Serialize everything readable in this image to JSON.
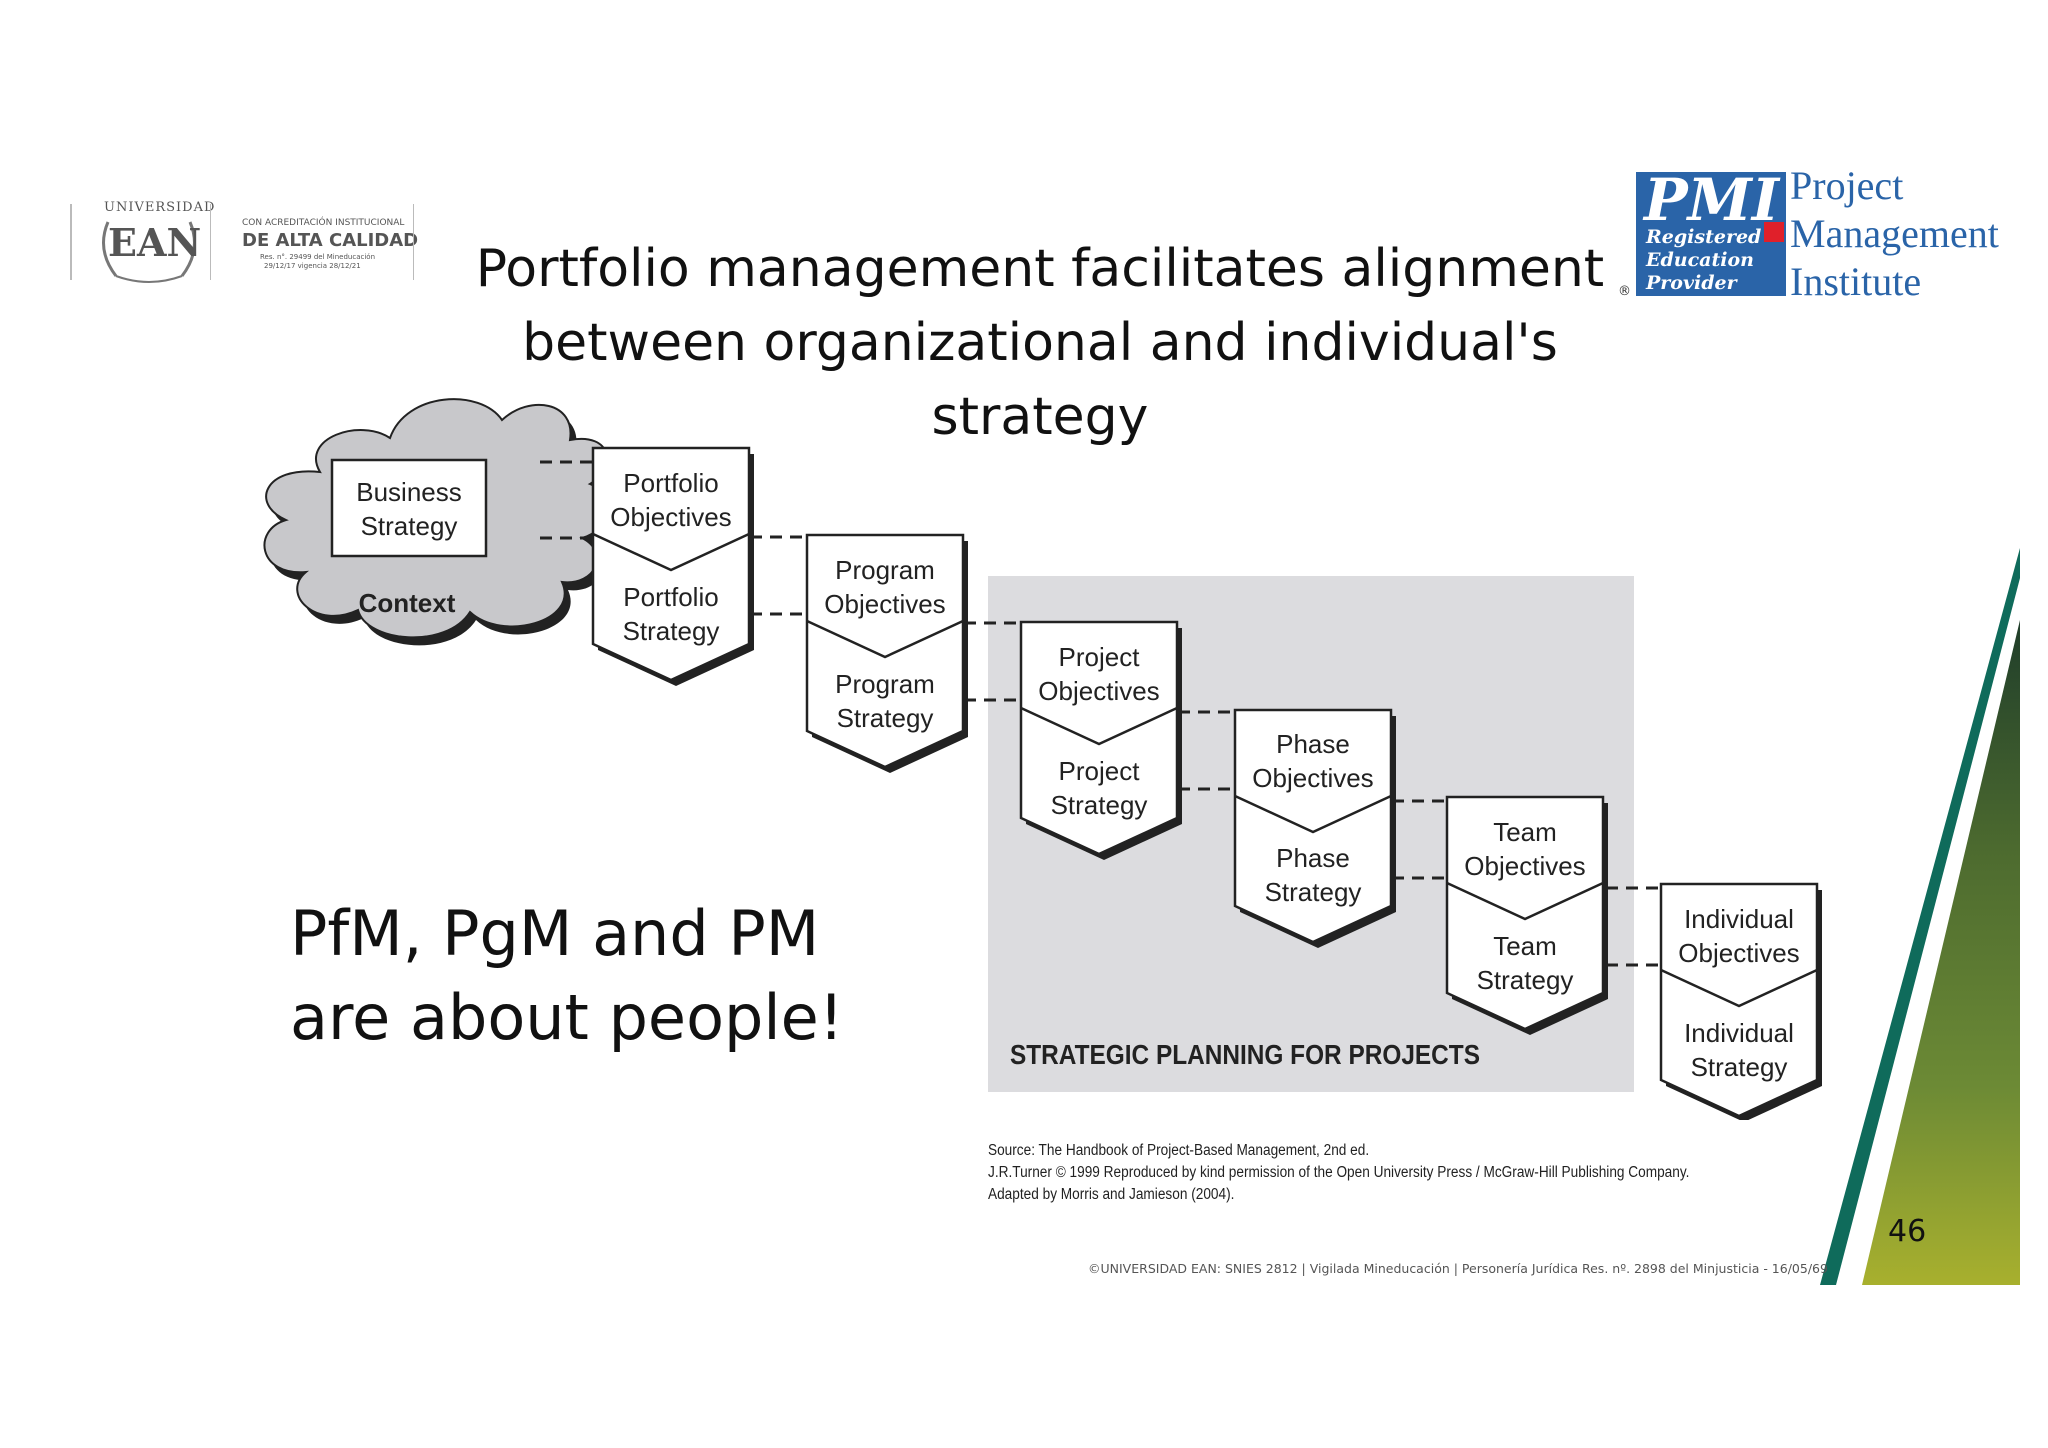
{
  "logos": {
    "ean": {
      "university": "UNIVERSIDAD",
      "name": "EAN",
      "accreditation_line1": "CON ACREDITACIÓN INSTITUCIONAL",
      "accreditation_line2": "DE ALTA CALIDAD",
      "accreditation_line3": "Res. n°. 29499 del Mineducación",
      "accreditation_line4": "29/12/17 vigencia 28/12/21"
    },
    "pmi": {
      "mark": "PMI",
      "registered_line1": "Registered",
      "registered_line2": "Education",
      "registered_line3": "Provider",
      "name_line1": "Project",
      "name_line2": "Management",
      "name_line3": "Institute",
      "registered_symbol": "®"
    }
  },
  "title": {
    "line1": "Portfolio management facilitates alignment",
    "line2": "between organizational and individual's strategy"
  },
  "diagram": {
    "cloud": {
      "box_line1": "Business",
      "box_line2": "Strategy",
      "context": "Context"
    },
    "levels": [
      {
        "obj1": "Portfolio",
        "obj2": "Objectives",
        "str1": "Portfolio",
        "str2": "Strategy"
      },
      {
        "obj1": "Program",
        "obj2": "Objectives",
        "str1": "Program",
        "str2": "Strategy"
      },
      {
        "obj1": "Project",
        "obj2": "Objectives",
        "str1": "Project",
        "str2": "Strategy"
      },
      {
        "obj1": "Phase",
        "obj2": "Objectives",
        "str1": "Phase",
        "str2": "Strategy"
      },
      {
        "obj1": "Team",
        "obj2": "Objectives",
        "str1": "Team",
        "str2": "Strategy"
      },
      {
        "obj1": "Individual",
        "obj2": "Objectives",
        "str1": "Individual",
        "str2": "Strategy"
      }
    ],
    "panel_label": "STRATEGIC PLANNING FOR PROJECTS"
  },
  "callout": {
    "line1": "PfM, PgM and PM",
    "line2": "are about people!"
  },
  "source": {
    "line1": "Source: The Handbook of Project-Based Management, 2nd ed.",
    "line2": "J.R.Turner © 1999 Reproduced by kind permission of the Open University Press / McGraw-Hill Publishing Company.",
    "line3": "Adapted by Morris and Jamieson (2004)."
  },
  "footer": "©UNIVERSIDAD EAN: SNIES 2812 | Vigilada Mineducación | Personería Jurídica Res. nº. 2898 del Minjusticia - 16/05/69",
  "page_number": "46",
  "colors": {
    "panel_gray": "#dcdcdf",
    "pmi_blue": "#2a64a8",
    "pmi_red": "#e0202a",
    "stripe_green": "#0f6b5b"
  }
}
